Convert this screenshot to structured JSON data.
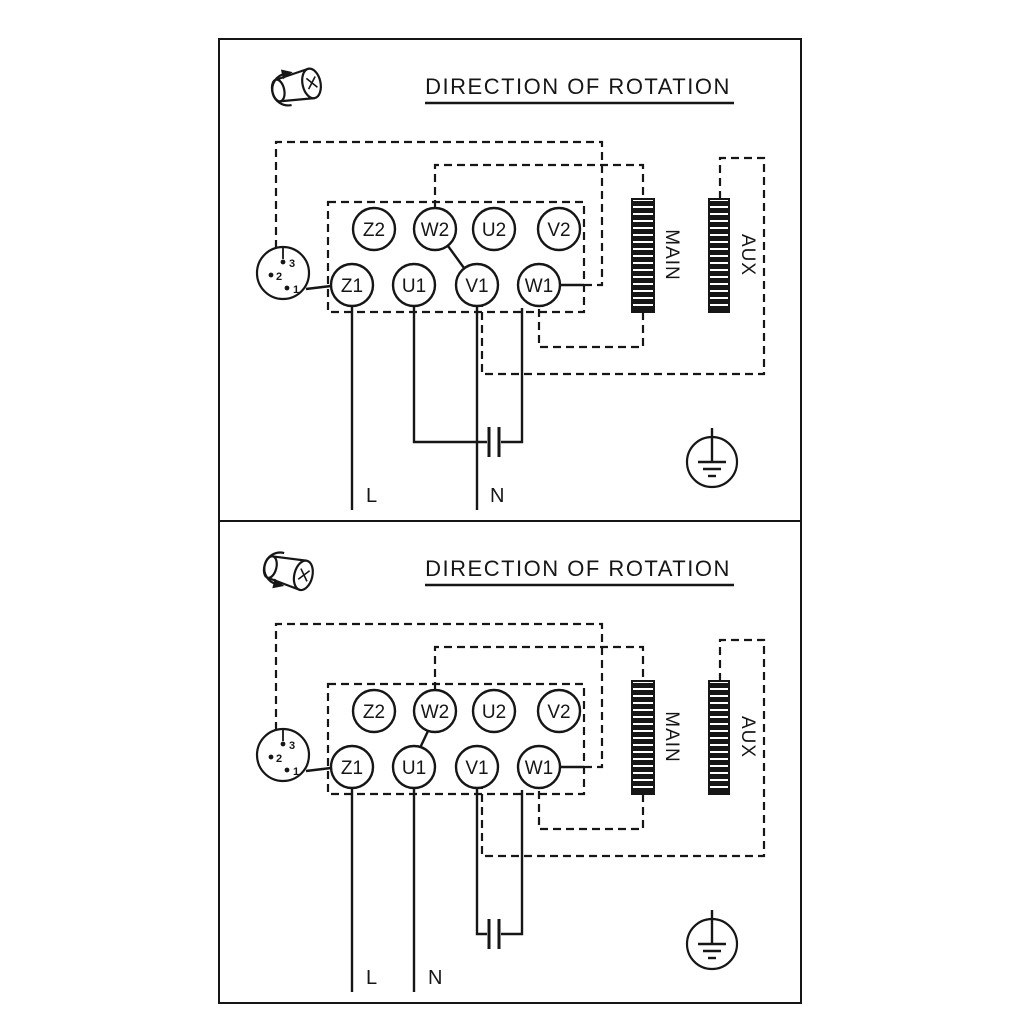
{
  "colors": {
    "ink": "#161616",
    "paper": "#ffffff"
  },
  "icons": {
    "rotation_icon": "rotating-shaft-arrow",
    "ground_icon": "protective-earth",
    "capacitor_icon": "capacitor"
  },
  "panels": [
    {
      "title": "DIRECTION OF ROTATION",
      "rotation_direction": "arrow-up",
      "terminals": {
        "top_row": [
          "Z2",
          "W2",
          "U2",
          "V2"
        ],
        "bottom_row": [
          "Z1",
          "U1",
          "V1",
          "W1"
        ]
      },
      "selector_positions": [
        "3",
        "2",
        "1"
      ],
      "windings": {
        "main": "MAIN",
        "aux": "AUX"
      },
      "supply": {
        "line": "L",
        "neutral": "N"
      }
    },
    {
      "title": "DIRECTION OF ROTATION",
      "rotation_direction": "arrow-down",
      "terminals": {
        "top_row": [
          "Z2",
          "W2",
          "U2",
          "V2"
        ],
        "bottom_row": [
          "Z1",
          "U1",
          "V1",
          "W1"
        ]
      },
      "selector_positions": [
        "3",
        "2",
        "1"
      ],
      "windings": {
        "main": "MAIN",
        "aux": "AUX"
      },
      "supply": {
        "line": "L",
        "neutral": "N"
      }
    }
  ]
}
